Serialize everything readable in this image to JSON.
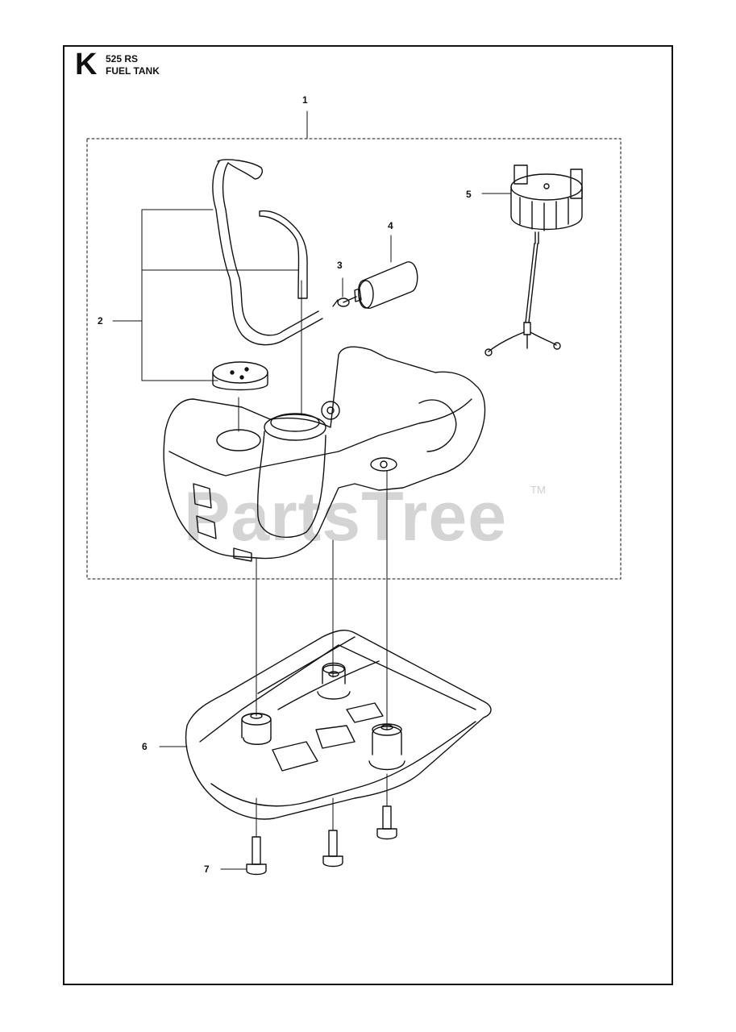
{
  "header": {
    "section_letter": "K",
    "model": "525 RS",
    "title": "FUEL TANK"
  },
  "callouts": [
    "1",
    "2",
    "3",
    "4",
    "5",
    "6",
    "7"
  ],
  "watermark": {
    "text": "PartsTree",
    "trademark": "TM"
  }
}
